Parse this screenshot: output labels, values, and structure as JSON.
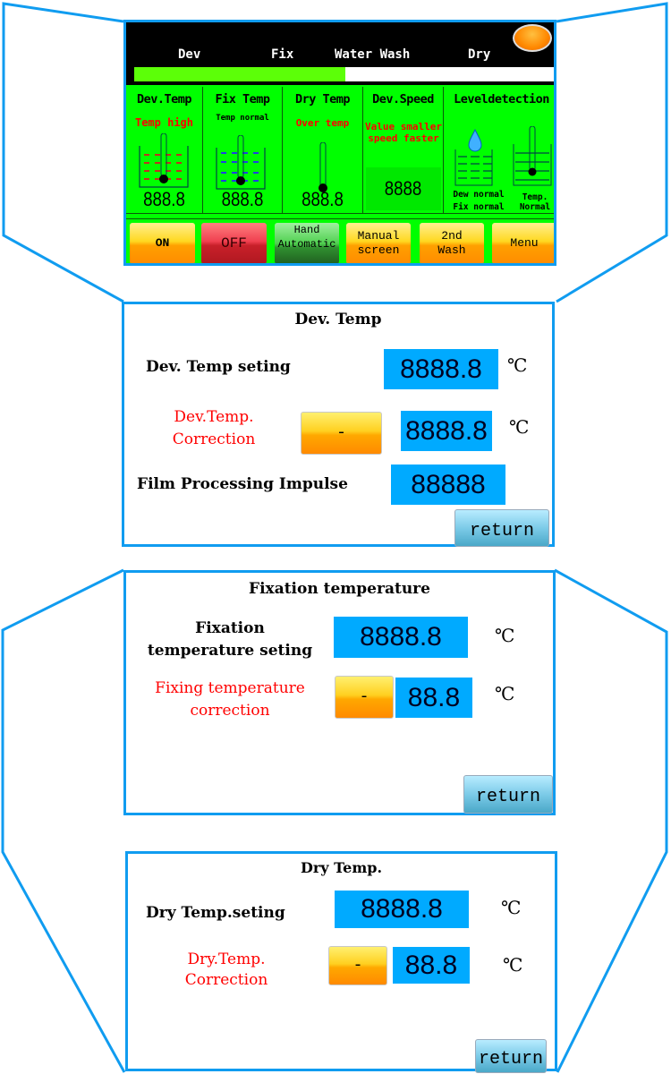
{
  "main_screen": {
    "stages": [
      "Dev",
      "Fix",
      "Water Wash",
      "Dry"
    ],
    "progress_fraction": 0.5,
    "colors": {
      "accent": "#109cf0",
      "screen_bg": "#00ff00",
      "progress": "#5cff08",
      "value_box": "#00aaff"
    },
    "columns": [
      {
        "title": "Dev.Temp",
        "status": "Temp high",
        "value": "888.8"
      },
      {
        "title": "Fix Temp",
        "status": "Temp normal",
        "value": "888.8"
      },
      {
        "title": "Dry Temp",
        "status": "Over temp",
        "value": "888.8"
      },
      {
        "title": "Dev.Speed",
        "status": "Value smaller speed faster",
        "value": "8888"
      },
      {
        "title": "Leveldetection",
        "status1": "Dew normal",
        "status2": "Fix normal",
        "status3": "Temp.",
        "status4": "Normal"
      }
    ],
    "buttons": {
      "on": "ON",
      "off": "OFF",
      "hand1": "Hand",
      "hand2": "Automatic",
      "manual1": "Manual",
      "manual2": "screen",
      "wash1": "2nd",
      "wash2": "Wash",
      "menu": "Menu"
    }
  },
  "dev_temp": {
    "title": "Dev. Temp",
    "setting_label": "Dev. Temp seting",
    "setting_value": "8888.8",
    "corr_label1": "Dev.Temp.",
    "corr_label2": "Correction",
    "corr_sign": "-",
    "corr_value": "8888.8",
    "impulse_label": "Film Processing Impulse",
    "impulse_value": "88888",
    "unit": "℃",
    "return": "return"
  },
  "fix_temp": {
    "title": "Fixation temperature",
    "setting_label1": "Fixation",
    "setting_label2": "temperature seting",
    "setting_value": "8888.8",
    "corr_label1": "Fixing temperature",
    "corr_label2": "correction",
    "corr_sign": "-",
    "corr_value": "88.8",
    "unit": "℃",
    "return": "return"
  },
  "dry_temp": {
    "title": "Dry Temp.",
    "setting_label": "Dry Temp.seting",
    "setting_value": "8888.8",
    "corr_label1": "Dry.Temp.",
    "corr_label2": "Correction",
    "corr_sign": "-",
    "corr_value": "88.8",
    "unit": "℃",
    "return": "return"
  }
}
